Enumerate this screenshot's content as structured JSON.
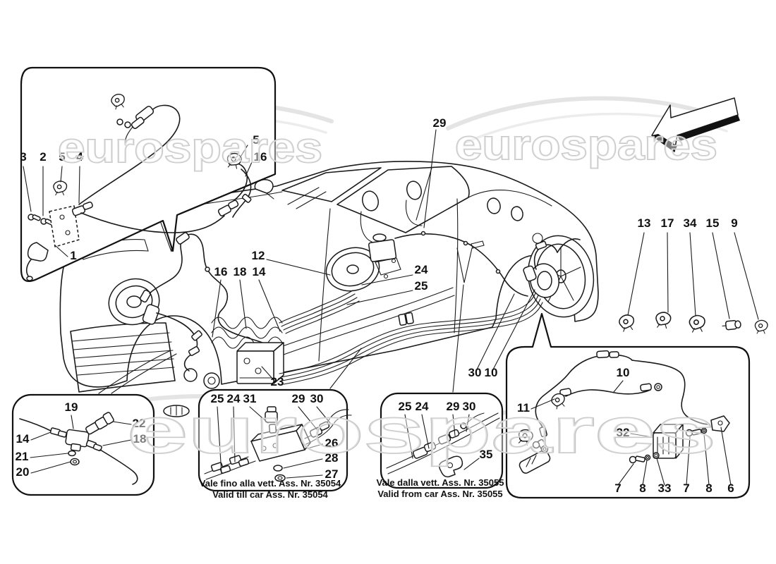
{
  "watermark": {
    "text": "eurospares"
  },
  "parts": {
    "1": "1",
    "2": "2",
    "3": "3",
    "4": "4",
    "5": "5",
    "6": "6",
    "7": "7",
    "8": "8",
    "9": "9",
    "10": "10",
    "11": "11",
    "12": "12",
    "13": "13",
    "14": "14",
    "15": "15",
    "16": "16",
    "17": "17",
    "18": "18",
    "19": "19",
    "20": "20",
    "21": "21",
    "22": "22",
    "23": "23",
    "24": "24",
    "25": "25",
    "26": "26",
    "27": "27",
    "28": "28",
    "29": "29",
    "30": "30",
    "31": "31",
    "32": "32",
    "33": "33",
    "34": "34",
    "35": "35"
  },
  "captions": {
    "valid_till_it": "Vale fino alla vett. Ass. Nr. 35054",
    "valid_till_en": "Valid till car Ass. Nr. 35054",
    "valid_from_it": "Vale dalla vett. Ass. Nr. 35055",
    "valid_from_en": "Valid from car Ass. Nr. 35055"
  },
  "icons": {
    "direction_arrow": "travel-direction-arrow"
  },
  "colors": {
    "line": "#1a1a1a",
    "watermark_stroke": "#c6c6c6",
    "background": "#ffffff"
  }
}
